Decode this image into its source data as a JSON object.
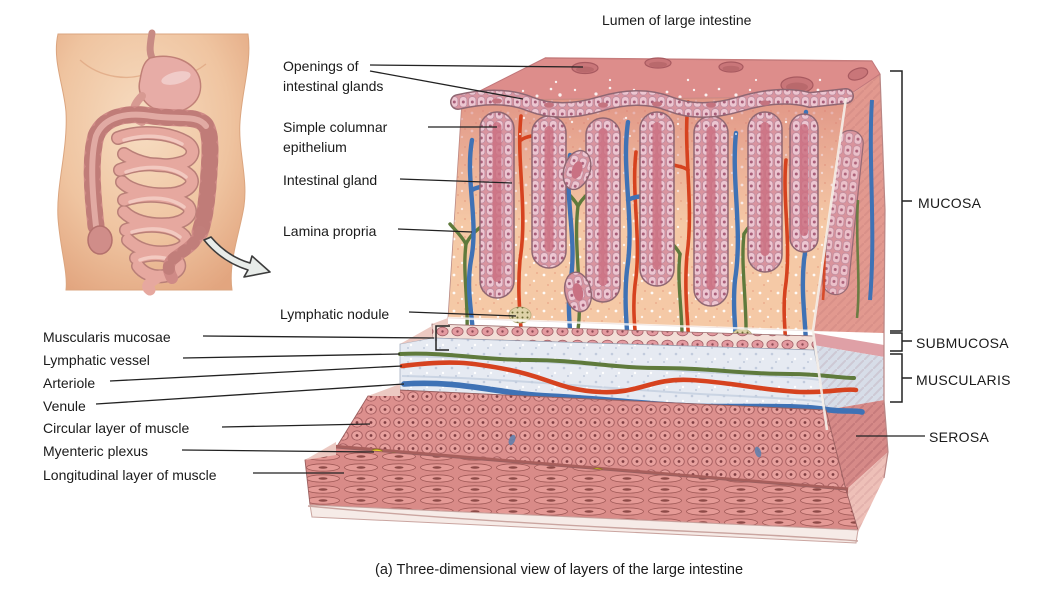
{
  "figure": {
    "top_label": "Lumen of large intestine",
    "caption": "(a) Three-dimensional view of layers of the large intestine"
  },
  "left_labels": {
    "openings": "Openings of intestinal glands",
    "columnar": "Simple columnar epithelium",
    "intestinal_gland": "Intestinal gland",
    "lamina_propria": "Lamina propria",
    "lymphatic_nodule": "Lymphatic nodule",
    "muscularis_mucosae": "Muscularis mucosae",
    "lymphatic_vessel": "Lymphatic vessel",
    "arteriole": "Arteriole",
    "venule": "Venule",
    "circular_layer": "Circular layer of muscle",
    "myenteric_plexus": "Myenteric plexus",
    "longitudinal_layer": "Longitudinal layer of muscle"
  },
  "layer_labels": {
    "mucosa": "MUCOSA",
    "submucosa": "SUBMUCOSA",
    "muscularis": "MUSCULARIS",
    "serosa": "SEROSA"
  },
  "colors": {
    "arteriole": "#d6421f",
    "venule": "#3f72b5",
    "lymphatic_vessel": "#5f7a3c",
    "myenteric_nerve": "#ead22e",
    "label_text": "#1a1a1a",
    "mucosa_surface": "#dd8d8b",
    "lamina_propria": "#f5c9a6",
    "submucosa_ground": "#e6eaf2",
    "muscle": "#e8a19e"
  }
}
